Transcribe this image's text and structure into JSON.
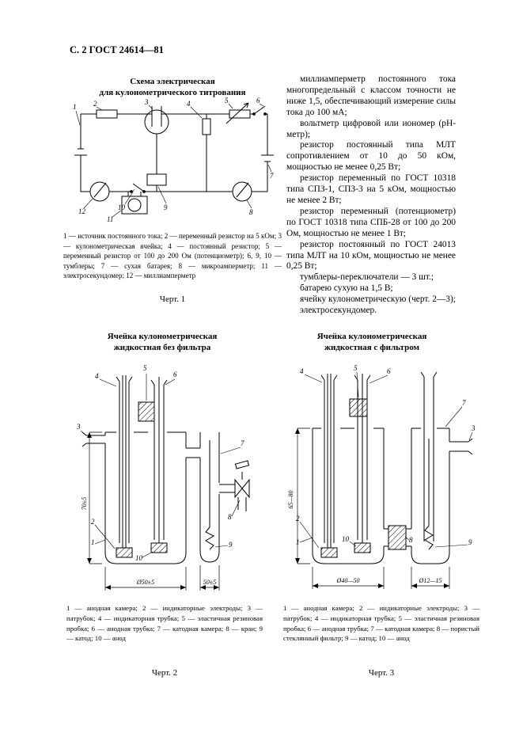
{
  "page": {
    "header": "С. 2 ГОСТ 24614—81"
  },
  "column": {
    "paragraphs": [
      "миллиамперметр постоянного тока многопредельный с классом точности не ниже 1,5, обеспечивающий измерение силы тока до 100 мА;",
      "вольтметр цифровой или иономер (рН-метр);",
      "резистор постоянный типа МЛТ сопротивлением от 10 до 50 кОм, мощностью не менее 0,25 Вт;",
      "резистор переменный по ГОСТ 10318 типа СПЗ-1, СПЗ-3 на 5 кОм, мощностью не менее 2 Вт;",
      "резистор переменный (потенциометр) по ГОСТ 10318 типа СПБ-28 от 100 до 200 Ом, мощностью не менее 1 Вт;",
      "резистор постоянный по ГОСТ 24013 типа МЛТ на 10 кОм, мощностью не менее 0,25 Вт;",
      "тумблеры-переключатели — 3 шт.;",
      "батарею сухую на 1,5 В;",
      "ячейку кулонометрическую (черт. 2—3);",
      "электросекундомер."
    ]
  },
  "fig1": {
    "title_line1": "Схема электрическая",
    "title_line2": "для кулонометрического титрования",
    "labels": [
      "1",
      "2",
      "3",
      "4",
      "5",
      "6",
      "7",
      "8",
      "9",
      "10",
      "11",
      "12"
    ],
    "legend": "1 — источник постоянного тока; 2 — переменный резистор на 5 кОм; 3 — кулонометрическая ячейка; 4 — постоянный резистор; 5 — переменный резистор от 100 до 200 Ом (потенциометр); 6, 9, 10 — тумблеры; 7 — сухая батарея; 8 — микроамперметр; 11 — электросекундомер; 12 — миллиамперметр",
    "caption": "Черт. 1"
  },
  "fig2": {
    "title_line1": "Ячейка кулонометрическая",
    "title_line2": "жидкостная без фильтра",
    "labels": [
      "1",
      "2",
      "3",
      "4",
      "5",
      "6",
      "7",
      "8",
      "9",
      "10"
    ],
    "dims": {
      "main": "Ø50±5",
      "right": "50±5",
      "height": "70±5"
    },
    "legend": "1 — анодная камера; 2 — индикаторные электроды; 3 — патрубок; 4 — индикаторная трубка; 5 — эластичная резиновая пробка; 6 — анодная трубка; 7 — катодная камера; 8 — кран; 9 — катод; 10 — анод",
    "caption": "Черт. 2"
  },
  "fig3": {
    "title_line1": "Ячейка кулонометрическая",
    "title_line2": "жидкостная с фильтром",
    "labels": [
      "1",
      "2",
      "3",
      "4",
      "5",
      "6",
      "7",
      "8",
      "9",
      "10"
    ],
    "dims": {
      "main": "Ø40—50",
      "right": "Ø12—15",
      "height": "65—80"
    },
    "legend": "1 — анодная камера; 2 — индикаторные электроды; 3 — патрубок; 4 — индикаторная трубка; 5 — эластичная резиновая пробка; 6 — анодная трубка; 7 — катодная камера; 8 — пористый стеклянный фильтр; 9 — катод; 10 — анод",
    "caption": "Черт. 3"
  }
}
